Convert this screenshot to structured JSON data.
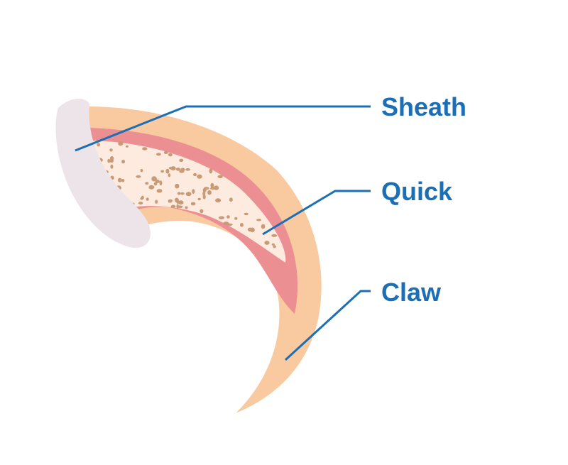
{
  "diagram": {
    "labels": {
      "sheath": "Sheath",
      "quick": "Quick",
      "claw": "Claw"
    }
  },
  "colors": {
    "claw": "#f9c9a0",
    "quick": "#ec8f92",
    "bone": "#fdebe0",
    "speckle": "#c99a76",
    "sheath": "#ece4e8",
    "leader": "#1d6fb5",
    "label": "#1d6fb5"
  }
}
